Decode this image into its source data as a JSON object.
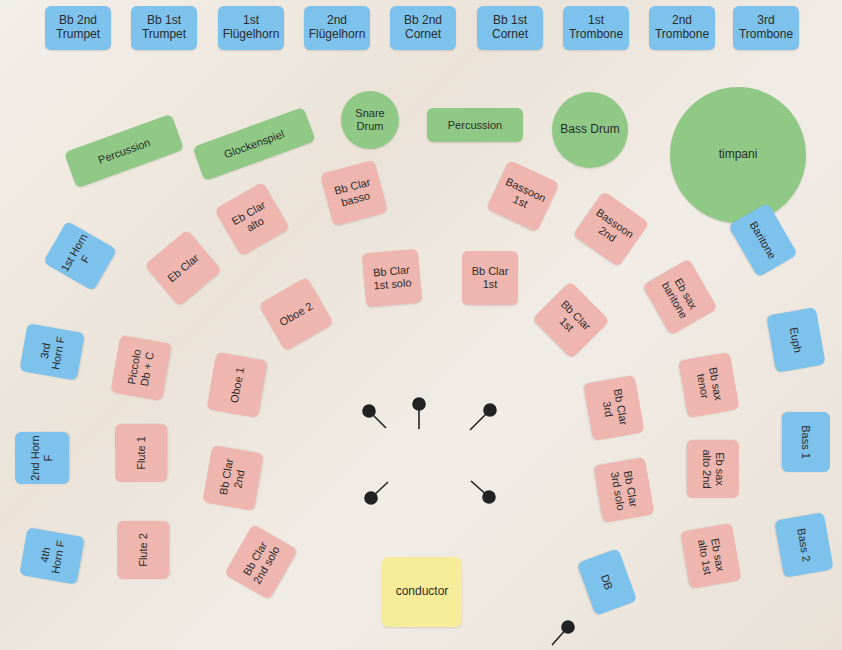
{
  "diagram": {
    "nodes": [
      {
        "text": [
          "Bb 2nd Trumpet"
        ]
      },
      {
        "text": [
          "Bb 1st Trumpet"
        ]
      },
      {
        "text": [
          "1st Flügelhorn"
        ]
      },
      {
        "text": [
          "2nd Flügelhorn"
        ]
      },
      {
        "text": [
          "Bb 2nd Cornet"
        ]
      },
      {
        "text": [
          "Bb 1st Cornet"
        ]
      },
      {
        "text": [
          "1st Trombone"
        ]
      },
      {
        "text": [
          "2nd Trombone"
        ]
      },
      {
        "text": [
          "3rd Trombone"
        ]
      },
      {
        "text": [
          "Percussion"
        ]
      },
      {
        "text": [
          "Glockenspiel"
        ]
      },
      {
        "text": [
          "Snare Drum"
        ]
      },
      {
        "text": [
          "Percussion"
        ]
      },
      {
        "text": [
          "Bass Drum"
        ]
      },
      {
        "text": [
          "timpani"
        ]
      },
      {
        "text": [
          "Bb Clar basso"
        ]
      },
      {
        "text": [
          "Bassoon 1st"
        ]
      },
      {
        "text": [
          "Eb Clar alto"
        ]
      },
      {
        "text": [
          "Bassoon 2nd"
        ]
      },
      {
        "text": [
          "1st Horn F"
        ]
      },
      {
        "text": [
          "Baritone"
        ]
      },
      {
        "text": [
          "Eb Clar"
        ]
      },
      {
        "text": [
          "Bb Clar 1st solo"
        ]
      },
      {
        "text": [
          "Bb Clar 1st"
        ]
      },
      {
        "text": [
          "Eb sax baritone"
        ]
      },
      {
        "text": [
          "Oboe 2"
        ]
      },
      {
        "text": [
          "Bb Clar 1st"
        ]
      },
      {
        "text": [
          "3rd Horn F"
        ]
      },
      {
        "text": [
          "Euph"
        ]
      },
      {
        "text": [
          "Piccolo Db + C"
        ]
      },
      {
        "text": [
          "Oboe 1"
        ]
      },
      {
        "text": [
          "Bb sax tenor"
        ]
      },
      {
        "text": [
          "Bb Clar 3rd"
        ]
      },
      {
        "text": [
          "2nd Horn F"
        ]
      },
      {
        "text": [
          "Flute 1"
        ]
      },
      {
        "text": [
          "Bb Clar 2nd"
        ]
      },
      {
        "text": [
          "Eb sax alto 2nd"
        ]
      },
      {
        "text": [
          "Bass 1"
        ]
      },
      {
        "text": [
          "Bb Clar 3rd solo"
        ]
      },
      {
        "text": [
          "4th Horn F"
        ]
      },
      {
        "text": [
          "Flute 2"
        ]
      },
      {
        "text": [
          "Bb Clar 2nd solo"
        ]
      },
      {
        "text": [
          "Eb sax alto 1st"
        ]
      },
      {
        "text": [
          "Bass 2"
        ]
      },
      {
        "text": [
          "DB"
        ]
      },
      {
        "text": [
          "conductor"
        ]
      }
    ]
  }
}
